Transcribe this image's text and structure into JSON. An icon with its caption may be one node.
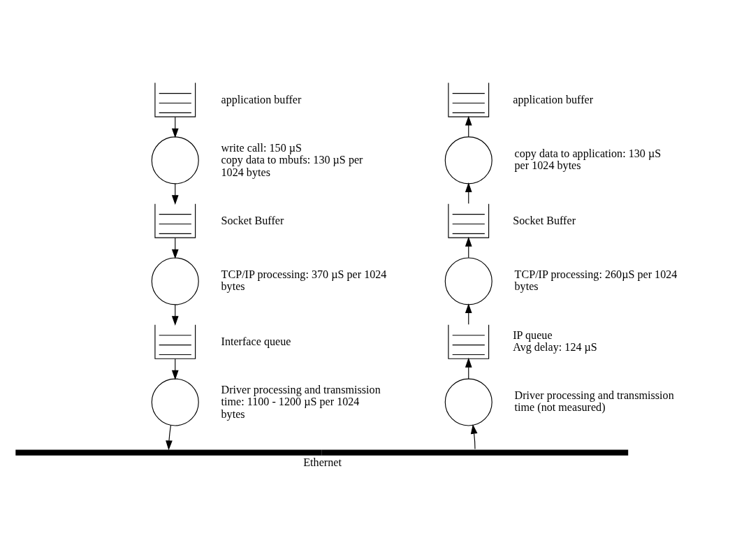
{
  "diagram": {
    "nodes": [
      {
        "text": [],
        "shape": "box",
        "beside": [
          "application buffer"
        ]
      },
      {
        "text": [],
        "shape": "circle",
        "beside": [
          "write call: 150 µS",
          "copy data to mbufs: 130 µS per 1024 bytes"
        ]
      },
      {
        "text": [],
        "shape": "box",
        "beside": [
          "Socket Buffer"
        ]
      },
      {
        "text": [],
        "shape": "circle",
        "beside": [
          "TCP/IP processing: 370 µS per 1024 bytes"
        ]
      },
      {
        "text": [],
        "shape": "box",
        "beside": [
          "Interface queue"
        ]
      },
      {
        "text": [],
        "shape": "circle",
        "beside": [
          "Driver processing and transmission time: 1100 - 1200 µS per 1024 bytes"
        ]
      },
      {
        "text": [],
        "shape": "box",
        "beside": [
          "application buffer"
        ]
      },
      {
        "text": [],
        "shape": "circle",
        "beside": [
          "copy data to application: 130 µS per 1024 bytes"
        ]
      },
      {
        "text": [],
        "shape": "box",
        "beside": [
          "Socket Buffer"
        ]
      },
      {
        "text": [],
        "shape": "circle",
        "beside": [
          "TCP/IP processing: 260µS per 1024 bytes"
        ]
      },
      {
        "text": [],
        "shape": "box",
        "beside": [
          "IP queue",
          "Avg delay: 124 µS"
        ]
      },
      {
        "text": [],
        "shape": "circle",
        "beside": [
          "Driver processing and transmission time (not measured)"
        ]
      },
      {
        "text": [
          "Ethernet"
        ]
      }
    ],
    "edges": [
      {
        "from": 0,
        "to": 1,
        "arrow": "to"
      },
      {
        "from": 1,
        "to": 2,
        "arrow": "to"
      },
      {
        "from": 2,
        "to": 3,
        "arrow": "to"
      },
      {
        "from": 3,
        "to": 4,
        "arrow": "to"
      },
      {
        "from": 4,
        "to": 5,
        "arrow": "to"
      },
      {
        "from": 5,
        "to": 12,
        "arrow": "to"
      },
      {
        "from": 12,
        "to": 11,
        "arrow": "to"
      },
      {
        "from": 11,
        "to": 10,
        "arrow": "to"
      },
      {
        "from": 10,
        "to": 9,
        "arrow": "to"
      },
      {
        "from": 9,
        "to": 8,
        "arrow": "to"
      },
      {
        "from": 8,
        "to": 7,
        "arrow": "to"
      },
      {
        "from": 7,
        "to": 6,
        "arrow": "to"
      }
    ]
  }
}
